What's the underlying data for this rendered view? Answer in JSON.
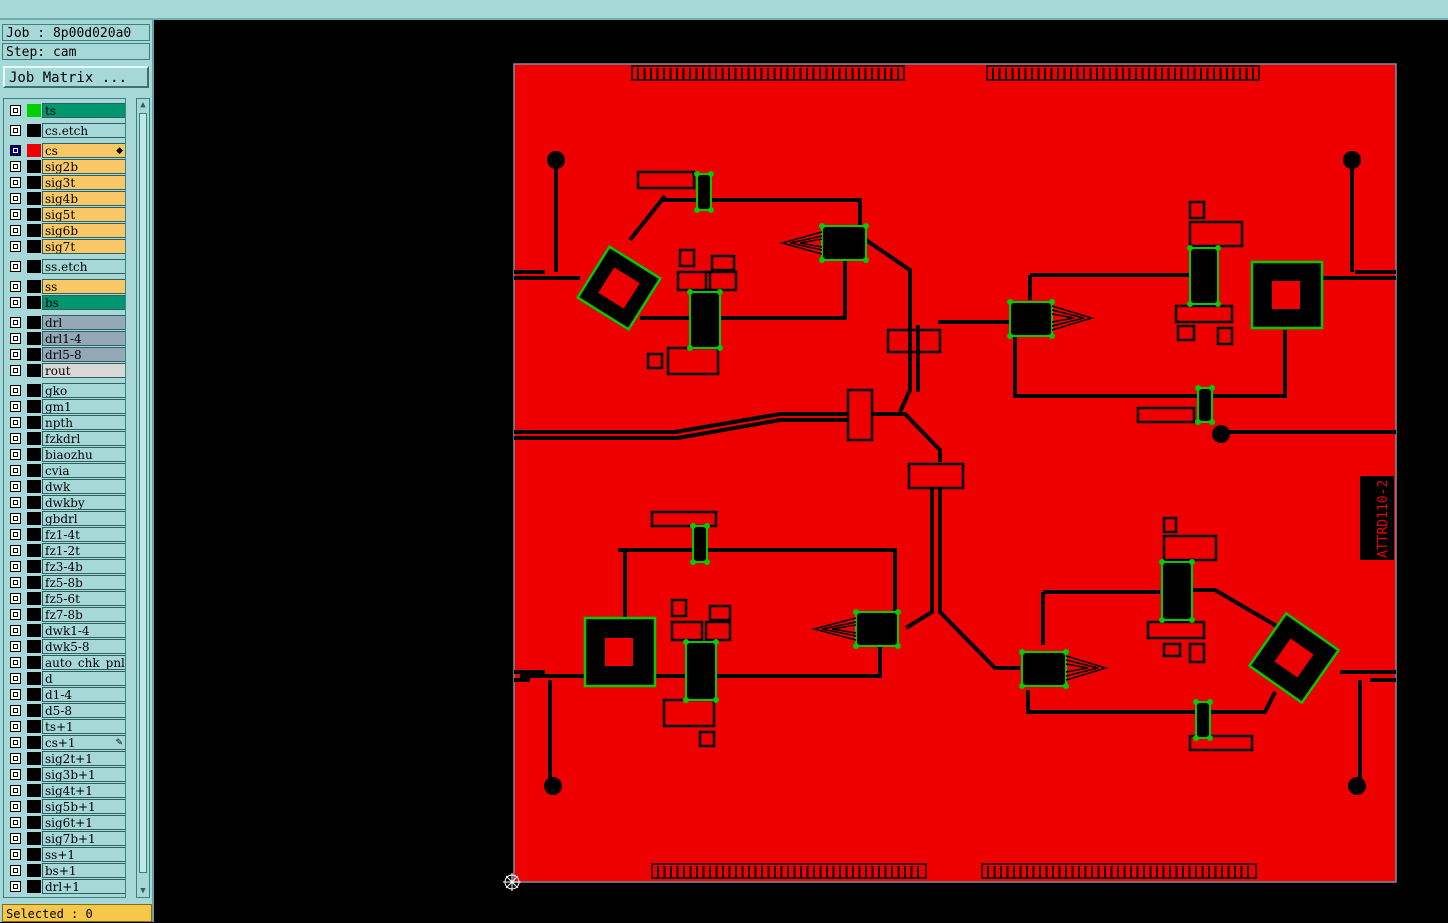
{
  "job": {
    "label": "Job : 8p00d020a0"
  },
  "step": {
    "label": "Step: cam"
  },
  "job_matrix_button": "Job Matrix ...",
  "status": "Selected : 0",
  "colors": {
    "board": "#ee0000",
    "trace": "#000000",
    "highlight": "#00cc00",
    "panel": "#a6d8d8",
    "signal": "#f9c864",
    "solder": "#00966e",
    "drill": "#94a8b8"
  },
  "layers": [
    {
      "name": "ts",
      "color": "#00966e",
      "swatch": "#00d000",
      "selected": false
    },
    {
      "name": "cs.etch",
      "color": "#a6d8d8",
      "swatch": "#000000",
      "selected": false
    },
    {
      "name": "cs",
      "color": "#f9c864",
      "swatch": "#ee0000",
      "selected": true,
      "marker": "◆"
    },
    {
      "name": "sig2b",
      "color": "#f9c864",
      "swatch": "#000000",
      "selected": false
    },
    {
      "name": "sig3t",
      "color": "#f9c864",
      "swatch": "#000000",
      "selected": false
    },
    {
      "name": "sig4b",
      "color": "#f9c864",
      "swatch": "#000000",
      "selected": false
    },
    {
      "name": "sig5t",
      "color": "#f9c864",
      "swatch": "#000000",
      "selected": false
    },
    {
      "name": "sig6b",
      "color": "#f9c864",
      "swatch": "#000000",
      "selected": false
    },
    {
      "name": "sig7t",
      "color": "#f9c864",
      "swatch": "#000000",
      "selected": false
    },
    {
      "name": "ss.etch",
      "color": "#a6d8d8",
      "swatch": "#000000",
      "selected": false
    },
    {
      "name": "ss",
      "color": "#f9c864",
      "swatch": "#000000",
      "selected": false
    },
    {
      "name": "bs",
      "color": "#00966e",
      "swatch": "#000000",
      "selected": false
    },
    {
      "name": "drl",
      "color": "#94a8b8",
      "swatch": "#000000",
      "selected": false
    },
    {
      "name": "drl1-4",
      "color": "#94a8b8",
      "swatch": "#000000",
      "selected": false
    },
    {
      "name": "drl5-8",
      "color": "#94a8b8",
      "swatch": "#000000",
      "selected": false
    },
    {
      "name": "rout",
      "color": "#d8d8d8",
      "swatch": "#000000",
      "selected": false
    },
    {
      "name": "gko",
      "color": "#a6d8d8",
      "swatch": "#000000",
      "selected": false
    },
    {
      "name": "gm1",
      "color": "#a6d8d8",
      "swatch": "#000000",
      "selected": false
    },
    {
      "name": "npth",
      "color": "#a6d8d8",
      "swatch": "#000000",
      "selected": false
    },
    {
      "name": "fzkdrl",
      "color": "#a6d8d8",
      "swatch": "#000000",
      "selected": false
    },
    {
      "name": "biaozhu",
      "color": "#a6d8d8",
      "swatch": "#000000",
      "selected": false
    },
    {
      "name": "cvia",
      "color": "#a6d8d8",
      "swatch": "#000000",
      "selected": false
    },
    {
      "name": "dwk",
      "color": "#a6d8d8",
      "swatch": "#000000",
      "selected": false
    },
    {
      "name": "dwkby",
      "color": "#a6d8d8",
      "swatch": "#000000",
      "selected": false
    },
    {
      "name": "gbdrl",
      "color": "#a6d8d8",
      "swatch": "#000000",
      "selected": false
    },
    {
      "name": "fz1-4t",
      "color": "#a6d8d8",
      "swatch": "#000000",
      "selected": false
    },
    {
      "name": "fz1-2t",
      "color": "#a6d8d8",
      "swatch": "#000000",
      "selected": false
    },
    {
      "name": "fz3-4b",
      "color": "#a6d8d8",
      "swatch": "#000000",
      "selected": false
    },
    {
      "name": "fz5-8b",
      "color": "#a6d8d8",
      "swatch": "#000000",
      "selected": false
    },
    {
      "name": "fz5-6t",
      "color": "#a6d8d8",
      "swatch": "#000000",
      "selected": false
    },
    {
      "name": "fz7-8b",
      "color": "#a6d8d8",
      "swatch": "#000000",
      "selected": false
    },
    {
      "name": "dwk1-4",
      "color": "#a6d8d8",
      "swatch": "#000000",
      "selected": false
    },
    {
      "name": "dwk5-8",
      "color": "#a6d8d8",
      "swatch": "#000000",
      "selected": false
    },
    {
      "name": "auto_chk_pnl",
      "color": "#a6d8d8",
      "swatch": "#000000",
      "selected": false
    },
    {
      "name": "d",
      "color": "#a6d8d8",
      "swatch": "#000000",
      "selected": false
    },
    {
      "name": "d1-4",
      "color": "#a6d8d8",
      "swatch": "#000000",
      "selected": false
    },
    {
      "name": "d5-8",
      "color": "#a6d8d8",
      "swatch": "#000000",
      "selected": false
    },
    {
      "name": "ts+1",
      "color": "#a6d8d8",
      "swatch": "#000000",
      "selected": false
    },
    {
      "name": "cs+1",
      "color": "#a6d8d8",
      "swatch": "#000000",
      "selected": false,
      "marker": "✎"
    },
    {
      "name": "sig2t+1",
      "color": "#a6d8d8",
      "swatch": "#000000",
      "selected": false
    },
    {
      "name": "sig3b+1",
      "color": "#a6d8d8",
      "swatch": "#000000",
      "selected": false
    },
    {
      "name": "sig4t+1",
      "color": "#a6d8d8",
      "swatch": "#000000",
      "selected": false
    },
    {
      "name": "sig5b+1",
      "color": "#a6d8d8",
      "swatch": "#000000",
      "selected": false
    },
    {
      "name": "sig6t+1",
      "color": "#a6d8d8",
      "swatch": "#000000",
      "selected": false
    },
    {
      "name": "sig7b+1",
      "color": "#a6d8d8",
      "swatch": "#000000",
      "selected": false
    },
    {
      "name": "ss+1",
      "color": "#a6d8d8",
      "swatch": "#000000",
      "selected": false
    },
    {
      "name": "bs+1",
      "color": "#a6d8d8",
      "swatch": "#000000",
      "selected": false
    },
    {
      "name": "drl+1",
      "color": "#a6d8d8",
      "swatch": "#000000",
      "selected": false
    }
  ],
  "board_label": "ATTRD110-2"
}
